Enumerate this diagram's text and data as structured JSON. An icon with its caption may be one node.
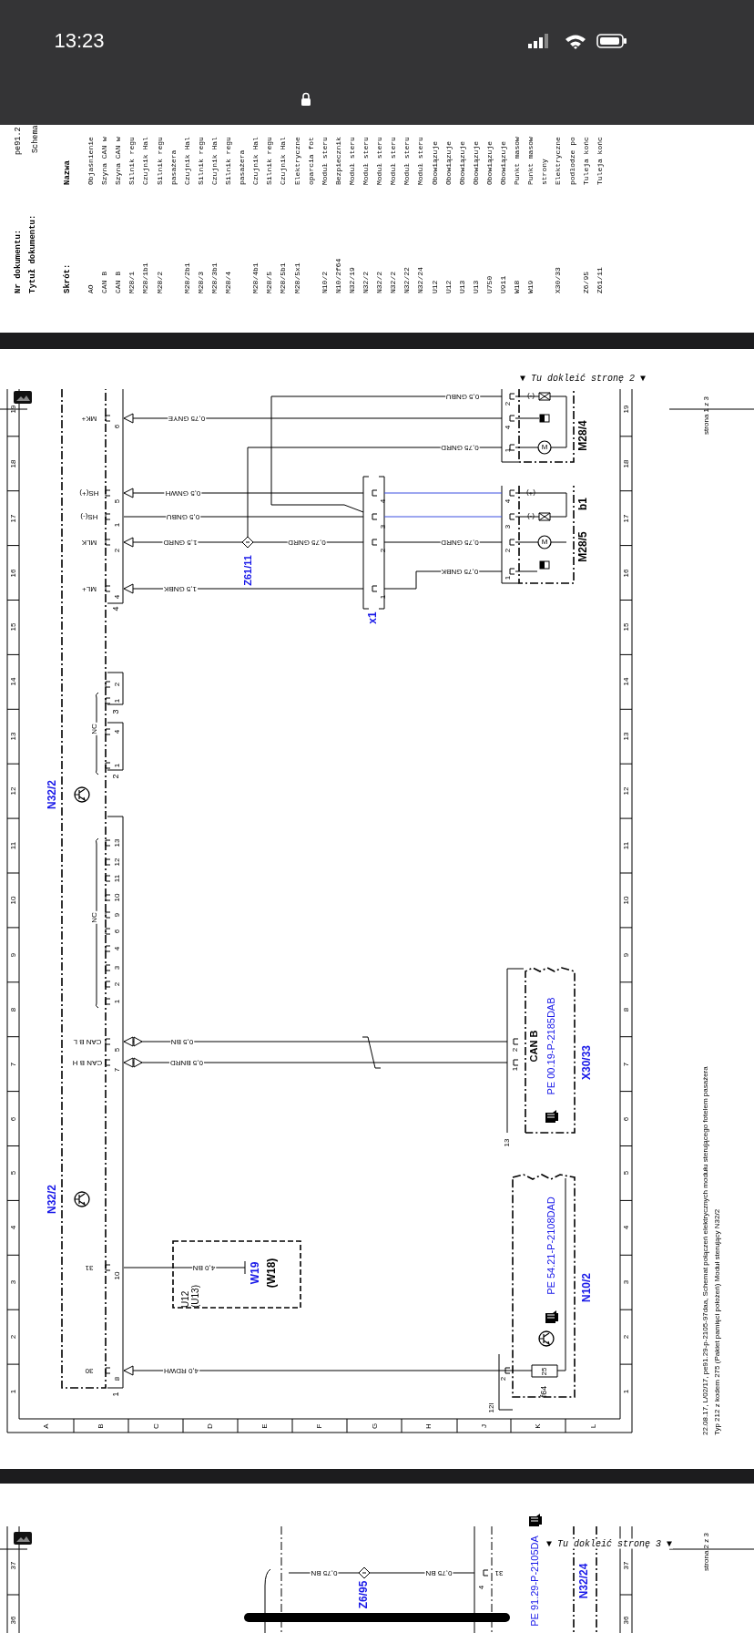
{
  "diagram": {
    "nodes": [
      {
        "text": [
          "N32/2",
          "N32/2"
        ]
      },
      {
        "text": [
          "4"
        ]
      },
      {
        "text": [
          "3"
        ]
      },
      {
        "text": [
          "2"
        ]
      },
      {
        "text": [
          "1"
        ]
      },
      {
        "text": [
          "Z61/11"
        ]
      },
      {
        "text": [
          "x1"
        ]
      },
      {
        "text": [
          "M28/4"
        ]
      },
      {
        "text": [
          "b1",
          "M28/5"
        ]
      },
      {
        "text": [
          "CAN B",
          "PE 00.19-P-2185DAB",
          "X30/33"
        ]
      },
      {
        "text": [
          "U12 (U13)"
        ]
      },
      {
        "text": [
          "W19",
          "(W18)"
        ],
        "in": 10
      },
      {
        "text": [
          "PE 54.21-P-2108DAD",
          "N10/2"
        ]
      },
      {
        "text": [
          "25"
        ],
        "beside": [
          "f64"
        ],
        "in": 12
      },
      {
        "text": [
          "Z6/95"
        ]
      },
      {
        "text": [
          "4"
        ]
      },
      {
        "text": [
          "N32/24"
        ]
      }
    ],
    "edges": [
      {
        "from": 7,
        "to": 1,
        "arrow": "to",
        "label": "0,75 GNYE"
      },
      {
        "from": 7,
        "to": 6,
        "arrow": "none",
        "label": "0,5 GNBU"
      },
      {
        "from": 7,
        "to": 5,
        "arrow": "none",
        "label": "0,75 GNRD"
      },
      {
        "from": 6,
        "to": 1,
        "arrow": "to",
        "label": "0,5 GNWH"
      },
      {
        "from": 6,
        "to": 1,
        "arrow": "none",
        "label": "0,5 GNBU"
      },
      {
        "from": 5,
        "to": 1,
        "arrow": "to",
        "label": "1,5 GNRD"
      },
      {
        "from": 6,
        "to": 5,
        "arrow": "none",
        "label": "0,75 GNRD"
      },
      {
        "from": 6,
        "to": 1,
        "arrow": "to",
        "label": "1,5 GNBK"
      },
      {
        "from": 8,
        "to": 6,
        "arrow": "none",
        "label": "0,75 GNRD"
      },
      {
        "from": 8,
        "to": 6,
        "arrow": "none",
        "label": "0,75 GNBK"
      },
      {
        "from": 8,
        "to": 6,
        "arrow": "none",
        "color": "#3b4fe0"
      },
      {
        "from": 8,
        "to": 6,
        "arrow": "none",
        "color": "#3b4fe0"
      },
      {
        "from": 9,
        "to": 4,
        "arrow": "other",
        "label": "0,5 BN"
      },
      {
        "from": 9,
        "to": 4,
        "arrow": "other",
        "label": "0,5 BNRD"
      },
      {
        "from": 11,
        "to": 4,
        "arrow": "none",
        "label": "4,0 BN"
      },
      {
        "from": 13,
        "to": 4,
        "arrow": "to",
        "label": "4,0 RDWH"
      },
      {
        "from": 15,
        "to": 14,
        "arrow": "none",
        "label": "0,75 BN"
      },
      {
        "from": 14,
        "to": null,
        "arrow": "none",
        "label": "0,75 BN"
      }
    ],
    "labels": [
      "13:23",
      "pe91.2",
      "Schema",
      "Nr dokumentu:",
      "Tytuł dokumentu:",
      "Skrót:",
      "Nazwa",
      "AO",
      "Objaśnienie",
      "CAN B",
      "Szyna CAN w",
      "CAN B",
      "Szyna CAN w",
      "M28/1",
      "Silnik regu",
      "M28/1b1",
      "Czujnik Hal",
      "M28/2",
      "Silnik regu",
      "pasażera",
      "M28/2b1",
      "Czujnik Hal",
      "M28/3",
      "Silnik regu",
      "M28/3b1",
      "Czujnik Hal",
      "M28/4",
      "Silnik regu",
      "pasażera",
      "M28/4b1",
      "Czujnik Hal",
      "M28/5",
      "Silnik regu",
      "M28/5b1",
      "Czujnik Hal",
      "M28/5x1",
      "Elektryczne",
      "oparcia fot",
      "N10/2",
      "Moduł steru",
      "N10/2f64",
      "Bezpiecznik",
      "N32/19",
      "Moduł steru",
      "N32/2",
      "Moduł steru",
      "N32/2",
      "Moduł steru",
      "N32/2",
      "Moduł steru",
      "N32/22",
      "Moduł steru",
      "N32/24",
      "Moduł steru",
      "U12",
      "Obowiązuje",
      "U12",
      "Obowiązuje",
      "U13",
      "Obowiązuje",
      "U13",
      "Obowiązuje",
      "U750",
      "Obowiązuje",
      "U911",
      "Obowiązuje",
      "W18",
      "Punkt masow",
      "W19",
      "Punkt masow",
      "strony",
      "X30/33",
      "Elektryczne",
      "podłodze po",
      "Z6/95",
      "Tuleja końc",
      "Z61/11",
      "Tuleja końc",
      "19",
      "18",
      "17",
      "16",
      "15",
      "14",
      "13",
      "12",
      "11",
      "10",
      "9",
      "8",
      "7",
      "6",
      "5",
      "4",
      "3",
      "2",
      "1",
      "19",
      "18",
      "17",
      "16",
      "15",
      "14",
      "13",
      "12",
      "11",
      "10",
      "9",
      "8",
      "7",
      "6",
      "5",
      "4",
      "3",
      "2",
      "1",
      "▼ Tu dokleić stronę 2 ▼",
      "strona 1 z 3",
      "MK+",
      "6",
      "2",
      "(-)",
      "4",
      "M",
      "1",
      "HS(+)",
      "5",
      "4",
      "4",
      "(+)",
      "HS(-)",
      "1",
      "3",
      "3",
      "(-)",
      "MLK",
      "2",
      "2",
      "2",
      "M",
      "1",
      "ML+",
      "4",
      "1",
      "2",
      "1",
      "NC",
      "4",
      "1",
      "13",
      "12",
      "11",
      "10",
      "9",
      "6",
      "4",
      "3",
      "2",
      "1",
      "NC",
      "CAN B L",
      "5",
      "2",
      "CAN B H",
      "7",
      "1",
      "13",
      "31",
      "10",
      "30",
      "8",
      "2",
      "12I",
      "A",
      "B",
      "C",
      "D",
      "E",
      "F",
      "G",
      "H",
      "J",
      "K",
      "L",
      "22.08.17, L/02/17, pe91.29-p-2105-97daa, Schemat połączeń elektrycznych modułu sterującego fotelem pasażera",
      "Typ 212 z kodem 275 (Pakiet pamięci położeń) Moduł sterujący N32/2",
      "▼ Tu dokleić stronę 3 ▼",
      "strona 2 z 3",
      "37",
      "37",
      "36",
      "36",
      "PE 91.29-P-2105DA",
      "31"
    ]
  }
}
